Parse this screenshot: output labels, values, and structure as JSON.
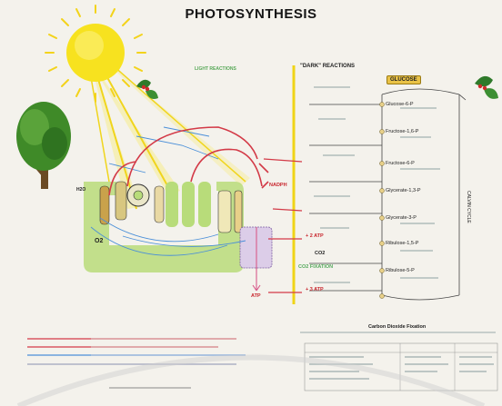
{
  "title": "PHOTOSYNTHESIS",
  "diagram": {
    "dark_reactions_label": "\"DARK\" REACTIONS",
    "light_reactions_label": "LIGHT REACTIONS",
    "glucose_label": "GLUCOSE",
    "metabolites": {
      "glucose_6p": "Glucose-6-P",
      "fructose_16p": "Fructose-1,6-P",
      "fructose_6p": "Fructose-6-P",
      "glycerate_3p": "Glycerate-3-P",
      "glycerate_13p": "Glycerate-1,3-P",
      "ribulose_15p": "Ribulose-1,5-P",
      "ribulose_5p": "Ribulose-5-P"
    },
    "side_labels": {
      "nadph": "NADPH",
      "atp_left": "ATP",
      "atp_mid": "+ 2 ATP",
      "atp_low": "+ 3 ATP",
      "o2": "O2",
      "h2o": "H2O",
      "co2": "CO2",
      "calvin": "CALVIN CYCLE",
      "co2_fixation": "CO2 FIXATION",
      "carbon_fixation": "Carbon Dioxide Fixation"
    },
    "colors": {
      "background": "#f4f2ec",
      "sun": "#f7e21f",
      "chloroplast": "#b8dc7a",
      "dark_line": "#efd417",
      "red_path": "#d33a47",
      "blue_path": "#4a8fd8",
      "tree": "#3f8a28",
      "glucose_box": "#e9c247"
    },
    "icons": [
      "sun-icon",
      "tree-icon",
      "holly-icon"
    ]
  }
}
